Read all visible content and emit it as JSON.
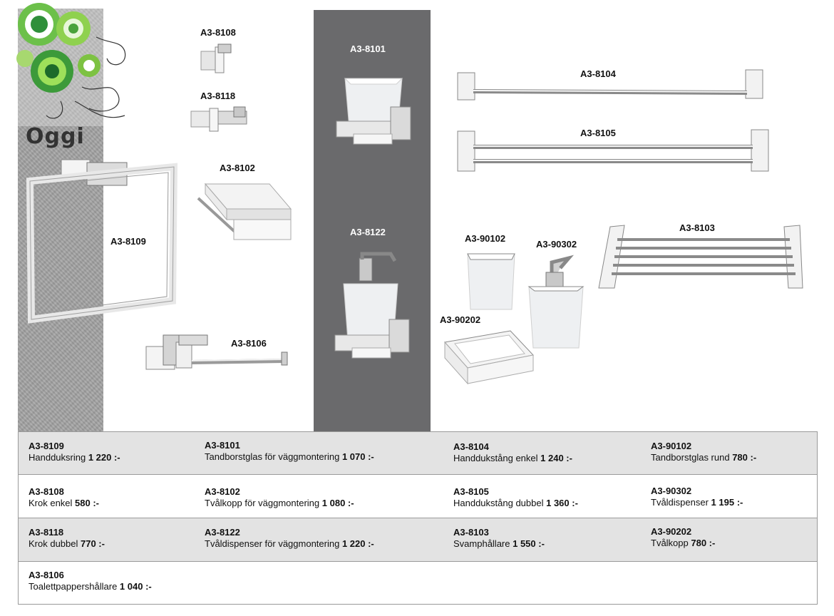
{
  "brand": "Oggi",
  "products": {
    "p8108": "A3-8108",
    "p8118": "A3-8118",
    "p8102": "A3-8102",
    "p8109": "A3-8109",
    "p8106": "A3-8106",
    "p8101": "A3-8101",
    "p8122": "A3-8122",
    "p8104": "A3-8104",
    "p8105": "A3-8105",
    "p8103": "A3-8103",
    "p90102": "A3-90102",
    "p90302": "A3-90302",
    "p90202": "A3-90202"
  },
  "price_rows": [
    [
      {
        "code": "A3-8109",
        "desc": "Handduksring  ",
        "price": "1 220 :-"
      },
      {
        "code": "A3-8101",
        "desc": "Tandborstglas för väggmontering ",
        "price": "1 070 :-"
      },
      {
        "code": "A3-8104",
        "desc": "Handdukstång enkel ",
        "price": "1 240 :-"
      },
      {
        "code": "A3-90102",
        "desc": "Tandborstglas rund ",
        "price": "780 :-"
      }
    ],
    [
      {
        "code": "A3-8108",
        "desc": "Krok enkel  ",
        "price": "580 :-"
      },
      {
        "code": "A3-8102",
        "desc": "Tvålkopp  för väggmontering ",
        "price": "1 080 :-"
      },
      {
        "code": "A3-8105",
        "desc": "Handdukstång dubbel ",
        "price": "1 360 :-"
      },
      {
        "code": "A3-90302",
        "desc": "Tvåldispenser ",
        "price": "1 195 :-"
      }
    ],
    [
      {
        "code": "A3-8118",
        "desc": "Krok dubbel  ",
        "price": "770 :-"
      },
      {
        "code": "A3-8122",
        "desc": "Tvåldispenser för väggmontering ",
        "price": "1 220 :-"
      },
      {
        "code": "A3-8103",
        "desc": "Svamphållare ",
        "price": "1 550 :-"
      },
      {
        "code": "A3-90202",
        "desc": "Tvålkopp ",
        "price": "780 :-"
      }
    ],
    [
      {
        "code": "A3-8106",
        "desc": "Toalettpappershållare ",
        "price": "1 040 :-"
      }
    ]
  ]
}
